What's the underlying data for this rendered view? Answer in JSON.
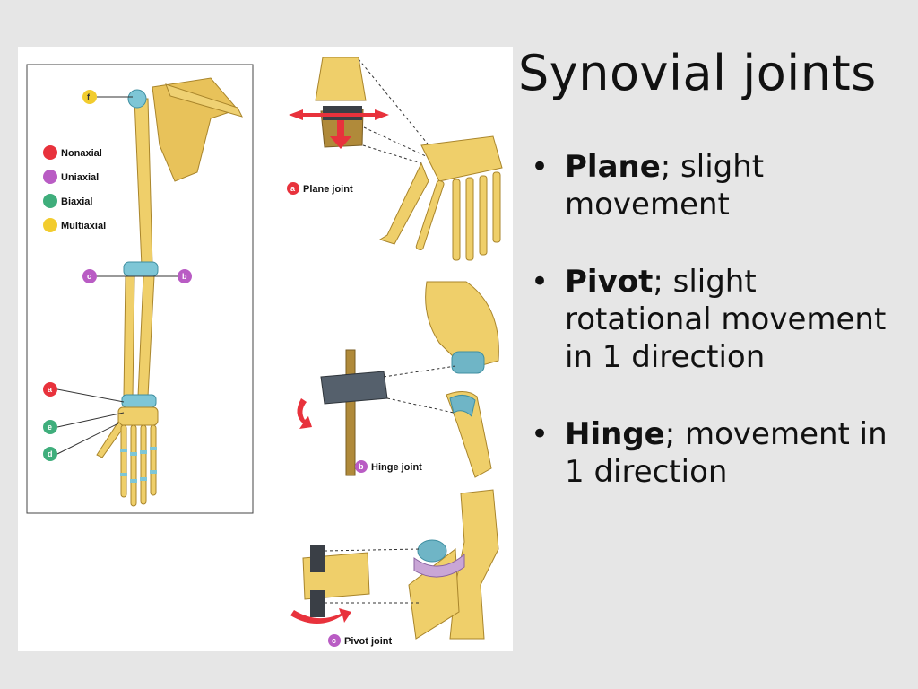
{
  "slide": {
    "title": "Synovial joints",
    "bullets": [
      {
        "term": "Plane",
        "rest": "; slight movement"
      },
      {
        "term": "Pivot",
        "rest": "; slight rotational movement in 1 direction"
      },
      {
        "term": "Hinge",
        "rest": "; movement in 1 direction"
      }
    ]
  },
  "figure": {
    "legend": [
      {
        "label": "Nonaxial",
        "color": "#e8323c"
      },
      {
        "label": "Uniaxial",
        "color": "#b95cc4"
      },
      {
        "label": "Biaxial",
        "color": "#3fae7c"
      },
      {
        "label": "Multiaxial",
        "color": "#f2cc2e"
      }
    ],
    "arm_markers": {
      "f": "f",
      "c": "c",
      "b": "b",
      "a": "a",
      "e": "e",
      "d": "d"
    },
    "panels": {
      "plane": {
        "letter": "a",
        "caption": "Plane joint"
      },
      "hinge": {
        "letter": "b",
        "caption": "Hinge joint"
      },
      "pivot": {
        "letter": "c",
        "caption": "Pivot joint"
      }
    }
  }
}
